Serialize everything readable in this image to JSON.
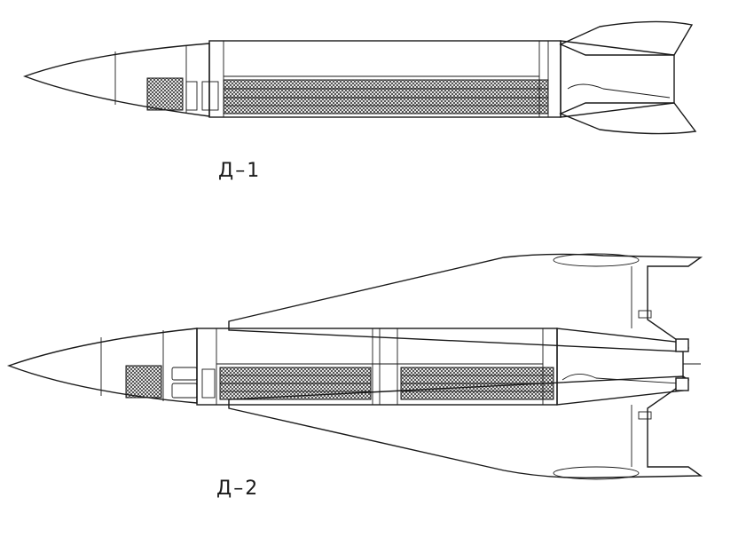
{
  "diagrams": [
    {
      "id": "d1",
      "label": "Д–1"
    },
    {
      "id": "d2",
      "label": "Д–2"
    }
  ],
  "colors": {
    "stroke": "#1a1a1a",
    "background": "#ffffff",
    "hatch": "#1a1a1a"
  }
}
